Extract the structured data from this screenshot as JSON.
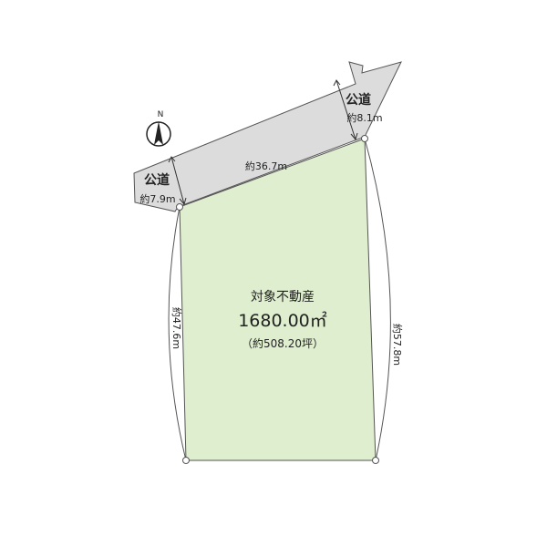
{
  "colors": {
    "plot_fill": "#dfeecf",
    "road_fill": "#dcdcdc",
    "outline": "#555555",
    "text": "#222222"
  },
  "compass": {
    "north_label": "N",
    "icon": "north-arrow-icon"
  },
  "roads": {
    "left": {
      "name": "公道",
      "width": "約7.9m"
    },
    "right": {
      "name": "公道",
      "width": "約8.1m"
    }
  },
  "dimensions": {
    "top": "約36.7m",
    "left": "約47.6m",
    "right": "約57.8m"
  },
  "property": {
    "title": "対象不動産",
    "area": "1680.00㎡",
    "tsubo": "（約508.20坪）"
  }
}
